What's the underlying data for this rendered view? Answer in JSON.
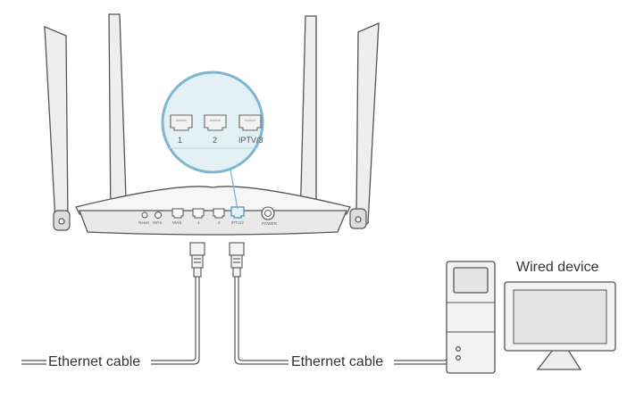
{
  "labels": {
    "wired_device": "Wired device",
    "cable_left": "Ethernet cable",
    "cable_right": "Ethernet cable"
  },
  "router_ports": {
    "reset": "Reset",
    "wps": "WPS",
    "wan": "WAN",
    "port1": "1",
    "port2": "2",
    "port3": "IPTV/3",
    "power": "POWER"
  },
  "magnified_ports": [
    "1",
    "2",
    "IPTV/3"
  ],
  "colors": {
    "zoom_circle_fill": "#e3f1f7",
    "zoom_circle_stroke": "#7fb5cf",
    "device_fill": "#f2f2f2",
    "line": "#555555"
  }
}
